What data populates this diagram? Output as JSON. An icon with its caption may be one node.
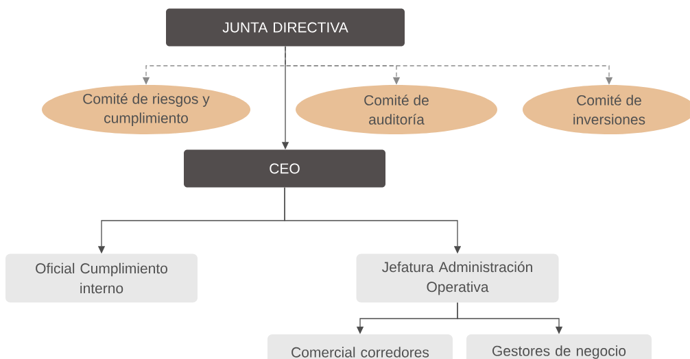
{
  "diagram": {
    "nodes": [
      {
        "text": [
          "JUNTA DIRECTIVA"
        ]
      },
      {
        "text": [
          "Comité de riesgos y cumplimiento"
        ]
      },
      {
        "text": [
          "Comité de auditoría"
        ]
      },
      {
        "text": [
          "Comité de inversiones"
        ]
      },
      {
        "text": [
          "CEO"
        ]
      },
      {
        "text": [
          "Oficial Cumplimiento interno"
        ]
      },
      {
        "text": [
          "Jefatura Administración Operativa"
        ]
      },
      {
        "text": [
          "Comercial corredores"
        ]
      },
      {
        "text": [
          "Gestores de negocio"
        ]
      }
    ],
    "edges": [
      {
        "from": 0,
        "to": 1,
        "arrow": "to",
        "style": "dashed",
        "color": "#8a8a8a"
      },
      {
        "from": 0,
        "to": 2,
        "arrow": "to",
        "style": "dashed",
        "color": "#8a8a8a"
      },
      {
        "from": 0,
        "to": 3,
        "arrow": "to",
        "style": "dashed",
        "color": "#8a8a8a"
      },
      {
        "from": 0,
        "to": 4,
        "arrow": "to"
      },
      {
        "from": 4,
        "to": 5,
        "arrow": "to"
      },
      {
        "from": 4,
        "to": 6,
        "arrow": "to"
      },
      {
        "from": 6,
        "to": 7,
        "arrow": "to"
      },
      {
        "from": 6,
        "to": 8,
        "arrow": "to"
      }
    ]
  }
}
